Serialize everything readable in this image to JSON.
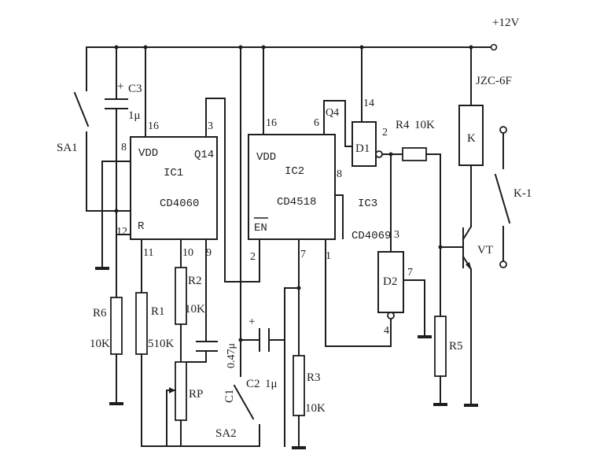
{
  "supply": {
    "label": "+12V"
  },
  "relay": {
    "model": "JZC-6F",
    "coil": "K",
    "contact": "K-1"
  },
  "ic1": {
    "name": "IC1",
    "part": "CD4060",
    "vdd": "VDD",
    "reset": "R",
    "q14": "Q14",
    "pins": {
      "vdd": "16",
      "q14": "3",
      "pin8": "8",
      "reset": "12",
      "p11": "11",
      "p10": "10",
      "p9": "9"
    }
  },
  "ic2": {
    "name": "IC2",
    "part": "CD4518",
    "vdd": "VDD",
    "en": "EN",
    "pins": {
      "vdd": "16",
      "q4": "6",
      "q4_label": "Q4",
      "p8": "8",
      "p2": "2",
      "p7": "7",
      "p1": "1"
    }
  },
  "ic3": {
    "name": "IC3",
    "part": "CD4069",
    "gate1": "D1",
    "gate2": "D2",
    "pins": {
      "p14": "14",
      "p2": "2",
      "p3": "3",
      "p7": "7",
      "p4": "4"
    }
  },
  "components": {
    "c3": {
      "name": "C3",
      "value": "1μ",
      "plus": "+"
    },
    "r6": {
      "name": "R6",
      "value": "10K"
    },
    "r1": {
      "name": "R1",
      "value": "510K"
    },
    "r2": {
      "name": "R2",
      "value": "10K"
    },
    "rp": {
      "name": "RP"
    },
    "c1": {
      "name": "C1",
      "value": "0.47μ"
    },
    "c2": {
      "name": "C2",
      "value": "1μ",
      "plus": "+"
    },
    "r3": {
      "name": "R3",
      "value": "10K"
    },
    "r4": {
      "name": "R4",
      "value": "10K"
    },
    "r5": {
      "name": "R5"
    },
    "vt": {
      "name": "VT"
    }
  },
  "switches": {
    "sa1": "SA1",
    "sa2": "SA2"
  }
}
